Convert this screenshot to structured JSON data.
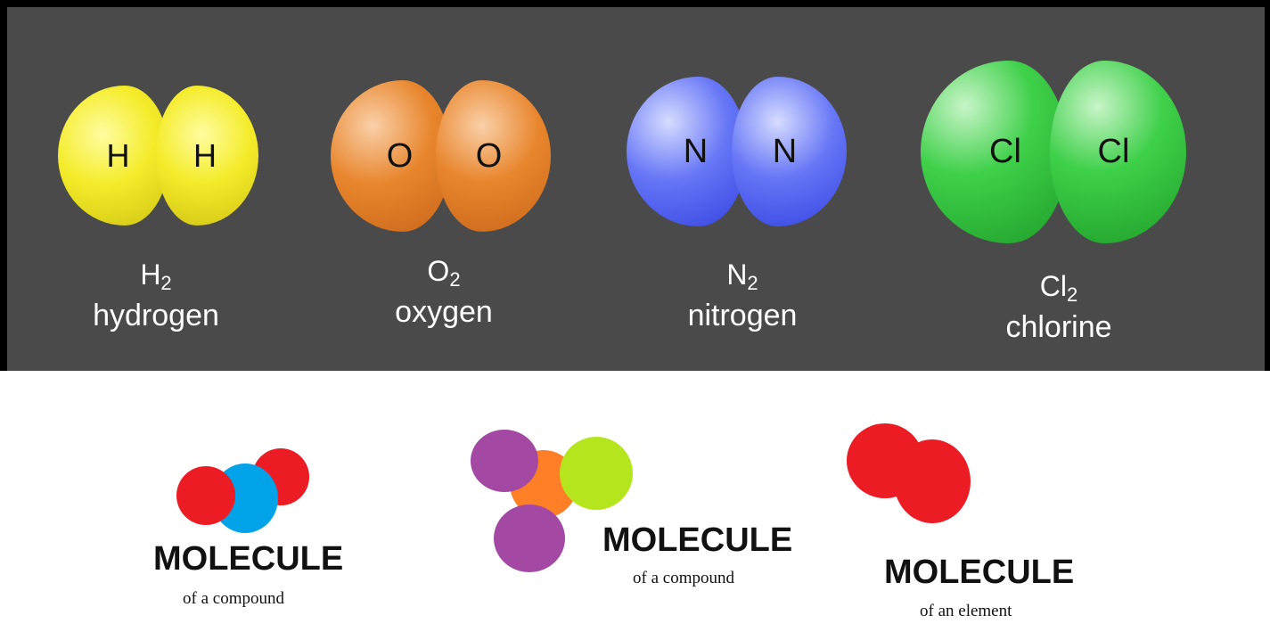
{
  "top_molecules": [
    {
      "symbol": "H",
      "subscript": "2",
      "name": "hydrogen",
      "color": "#f4ec2a"
    },
    {
      "symbol": "O",
      "subscript": "2",
      "name": "oxygen",
      "color": "#e8852c"
    },
    {
      "symbol": "N",
      "subscript": "2",
      "name": "nitrogen",
      "color": "#4a5cf2"
    },
    {
      "symbol": "Cl",
      "subscript": "2",
      "name": "chlorine",
      "color": "#2ec43a"
    }
  ],
  "bottom_molecules": [
    {
      "title": "MOLECULE",
      "subtitle": "of a compound"
    },
    {
      "title": "MOLECULE",
      "subtitle": "of a compound"
    },
    {
      "title": "MOLECULE",
      "subtitle": "of an element"
    }
  ],
  "colors": {
    "red": "#ec1c24",
    "blue": "#00a2e8",
    "purple": "#a349a4",
    "orange": "#ff7f27",
    "lime": "#b5e61d",
    "panel": "#4a4a4a"
  }
}
